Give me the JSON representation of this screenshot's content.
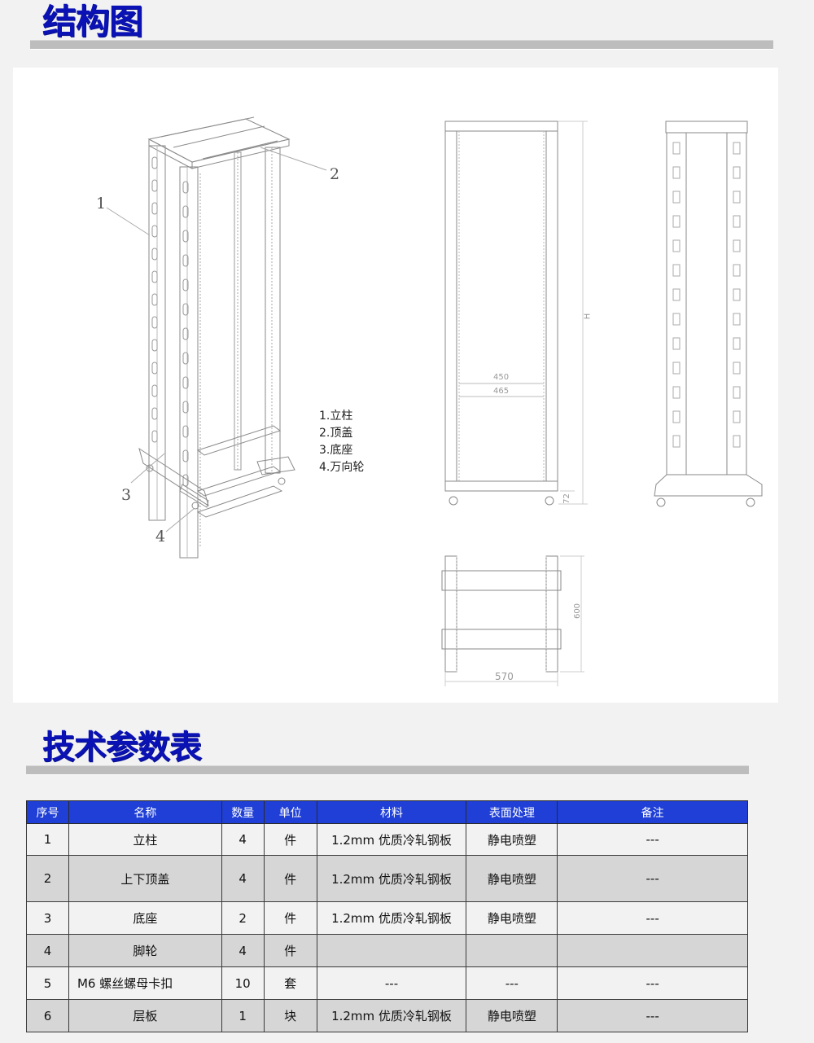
{
  "sections": {
    "structure": {
      "title": "结构图"
    },
    "specs": {
      "title": "技术参数表"
    }
  },
  "drawing": {
    "legend": [
      "1.立柱",
      "2.顶盖",
      "3.底座",
      "4.万向轮"
    ],
    "callouts": [
      "1",
      "2",
      "3",
      "4"
    ],
    "dimensions": {
      "inner_width": "450",
      "outer_width": "465",
      "height_label": "H",
      "wheel_height": "72",
      "base_depth": "600",
      "base_width": "570"
    }
  },
  "table": {
    "headers": [
      "序号",
      "名称",
      "数量",
      "单位",
      "材料",
      "表面处理",
      "备注"
    ],
    "rows": [
      {
        "no": "1",
        "name": "立柱",
        "qty": "4",
        "unit": "件",
        "material": "1.2mm 优质冷轧钢板",
        "finish": "静电喷塑",
        "note": "---"
      },
      {
        "no": "2",
        "name": "上下顶盖",
        "qty": "4",
        "unit": "件",
        "material": "1.2mm 优质冷轧钢板",
        "finish": "静电喷塑",
        "note": "---"
      },
      {
        "no": "3",
        "name": "底座",
        "qty": "2",
        "unit": "件",
        "material": "1.2mm 优质冷轧钢板",
        "finish": "静电喷塑",
        "note": "---"
      },
      {
        "no": "4",
        "name": "脚轮",
        "qty": "4",
        "unit": "件",
        "material": "",
        "finish": "",
        "note": ""
      },
      {
        "no": "5",
        "name": "M6 螺丝螺母卡扣",
        "qty": "10",
        "unit": "套",
        "material": "---",
        "finish": "---",
        "note": "---"
      },
      {
        "no": "6",
        "name": "层板",
        "qty": "1",
        "unit": "块",
        "material": "1.2mm 优质冷轧钢板",
        "finish": "静电喷塑",
        "note": "---"
      }
    ]
  },
  "colors": {
    "title_blue": "#0b12b5",
    "header_blue": "#1f3fd6",
    "bar_gray": "#bdbdbd",
    "page_bg": "#f2f2f2",
    "row_alt": "#d6d6d6"
  }
}
